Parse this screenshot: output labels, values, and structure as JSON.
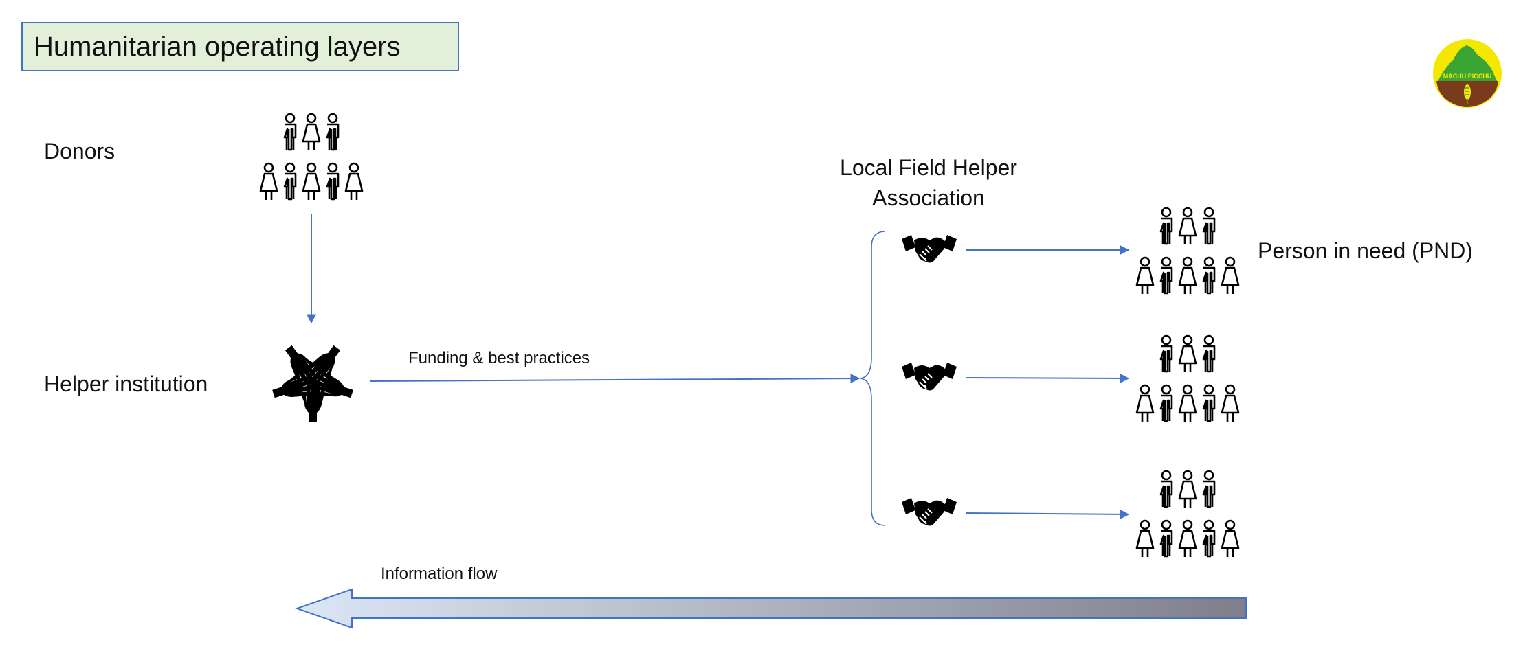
{
  "slide": {
    "title": "Humanitarian operating layers"
  },
  "nodes": {
    "donors": "Donors",
    "helper_institution": "Helper institution",
    "local_association_line1": "Local Field Helper",
    "local_association_line2": "Association",
    "person_in_need": "Person in need (PND)"
  },
  "edges": {
    "funding_label": "Funding & best practices",
    "information_flow_label": "Information flow"
  },
  "logo": {
    "text": "MACHU PICCHU"
  },
  "colors": {
    "arrow": "#4472c4",
    "title_fill": "#e2efd9",
    "title_border": "#4472c4",
    "info_arrow_start": "#dbe6f6",
    "info_arrow_end": "#7f7f8a",
    "logo_yellow": "#f5e800",
    "logo_green": "#3aa535",
    "logo_brown": "#7a3b1c"
  }
}
